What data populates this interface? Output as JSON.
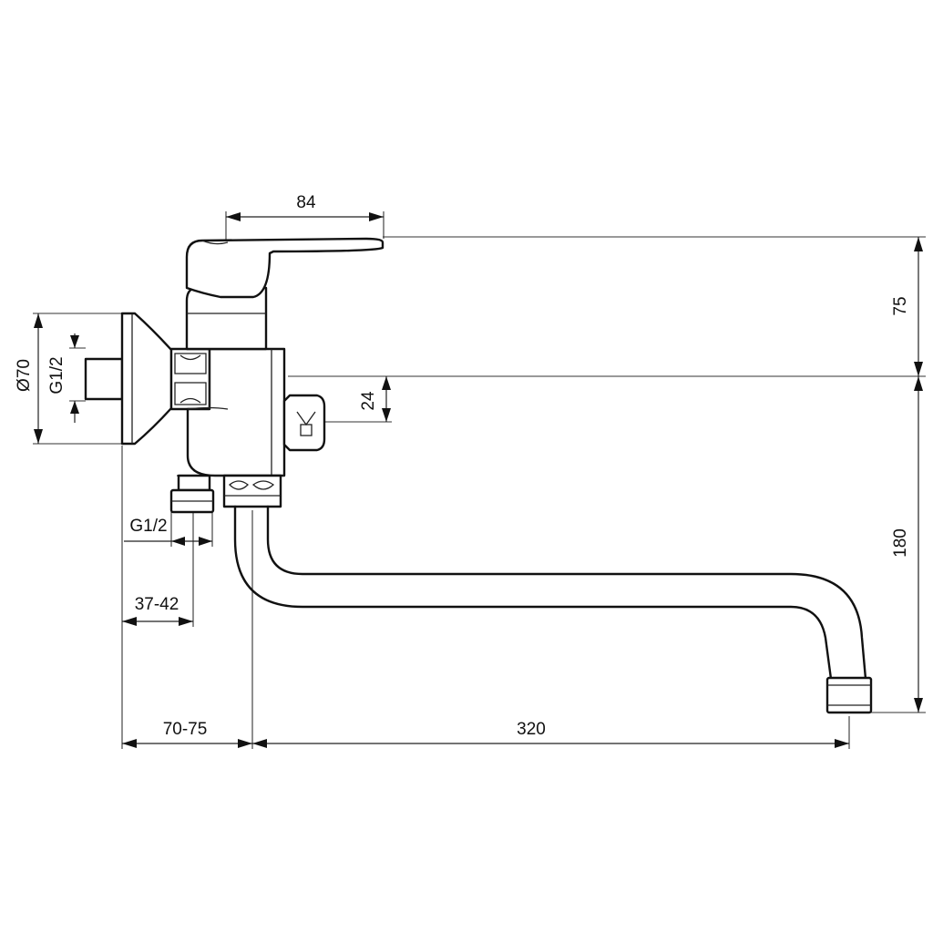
{
  "dimensions": {
    "handle_width": "84",
    "handle_height": "75",
    "body_to_diverter": "24",
    "outlet_height": "180",
    "rosette_diameter": "Ø70",
    "inlet_thread": "G1/2",
    "bottom_thread": "G1/2",
    "bottom_offset": "37-42",
    "wall_offset": "70-75",
    "spout_reach": "320"
  },
  "colors": {
    "line": "#111111",
    "background": "#ffffff"
  }
}
